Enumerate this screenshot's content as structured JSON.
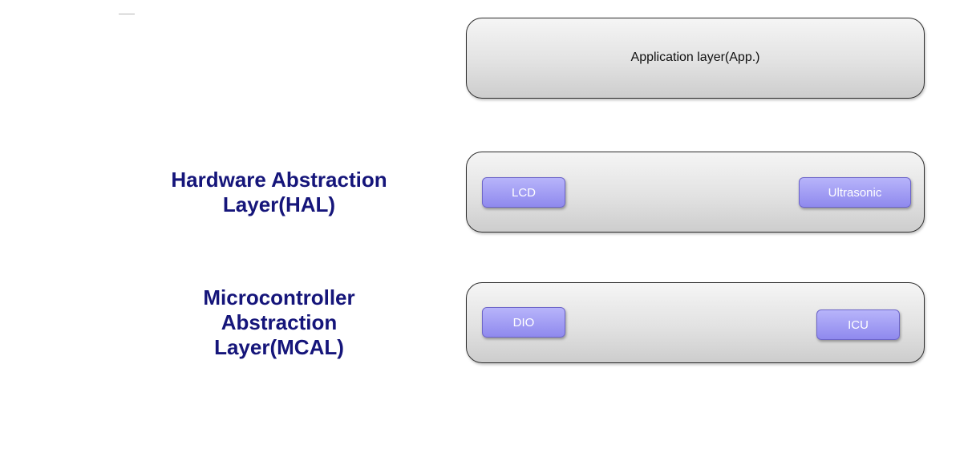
{
  "application_layer": {
    "label": "Application layer(App.)"
  },
  "hal_layer": {
    "title_line1": "Hardware Abstraction",
    "title_line2": "Layer(HAL)",
    "modules": [
      "LCD",
      "Ultrasonic"
    ]
  },
  "mcal_layer": {
    "title_line1": "Microcontroller",
    "title_line2": "Abstraction",
    "title_line3": "Layer(MCAL)",
    "modules": [
      "DIO",
      "ICU"
    ]
  },
  "colors": {
    "title_text": "#15157a",
    "module_fill": "#a29ef5",
    "layer_fill": "#e2e2e2"
  }
}
